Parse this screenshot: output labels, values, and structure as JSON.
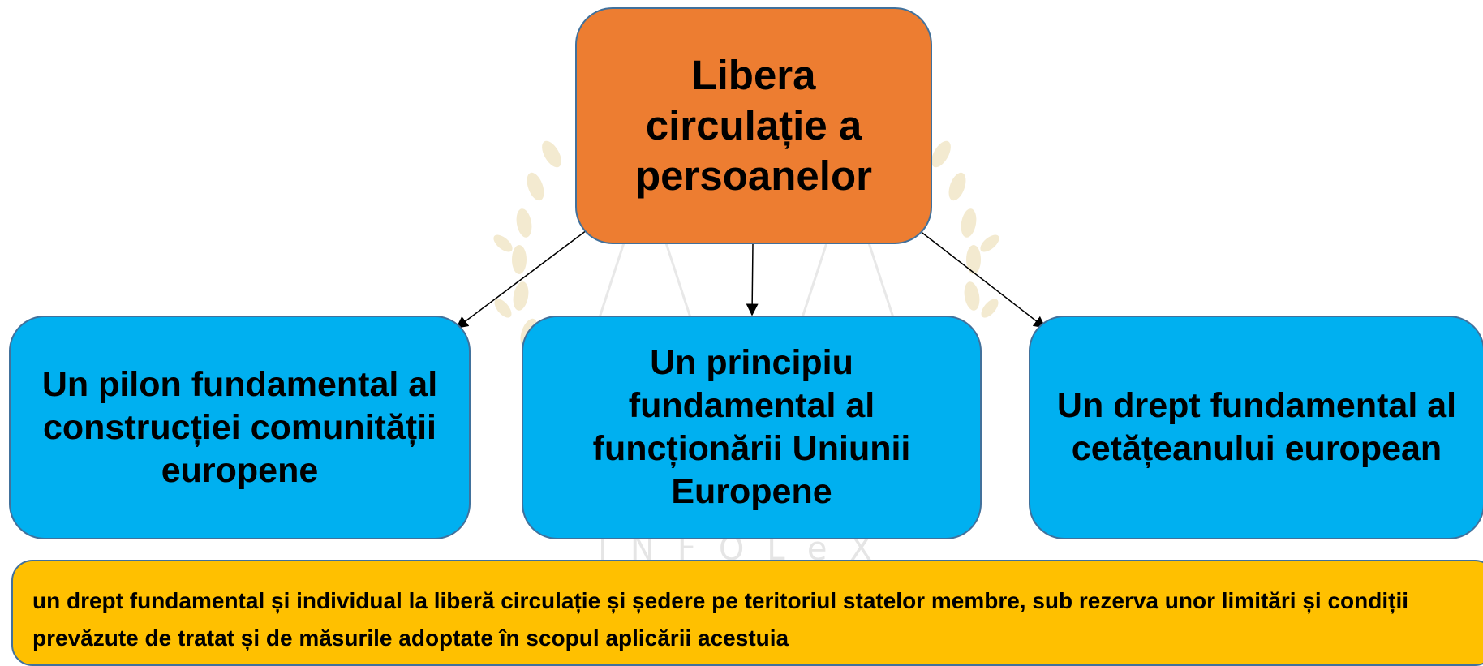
{
  "root": {
    "label": "Libera circulație a persoanelor"
  },
  "children": [
    {
      "label": "Un pilon fundamental al construcției comunității europene"
    },
    {
      "label": "Un principiu fundamental al funcționării Uniunii Europene"
    },
    {
      "label": "Un drept fundamental al cetățeanului european"
    }
  ],
  "definition": {
    "text": "un drept fundamental și individual la liberă circulație și ședere pe teritoriul statelor membre, sub rezerva unor limitări și condiții prevăzute de tratat și de măsurile adoptate în scopul aplicării acestuia"
  },
  "watermark": {
    "text": "INFOLeX"
  },
  "colors": {
    "root_fill": "#ed7d31",
    "child_fill": "#00b0f0",
    "definition_fill": "#ffc000",
    "border": "#41719c",
    "watermark": "#efe6c8"
  }
}
